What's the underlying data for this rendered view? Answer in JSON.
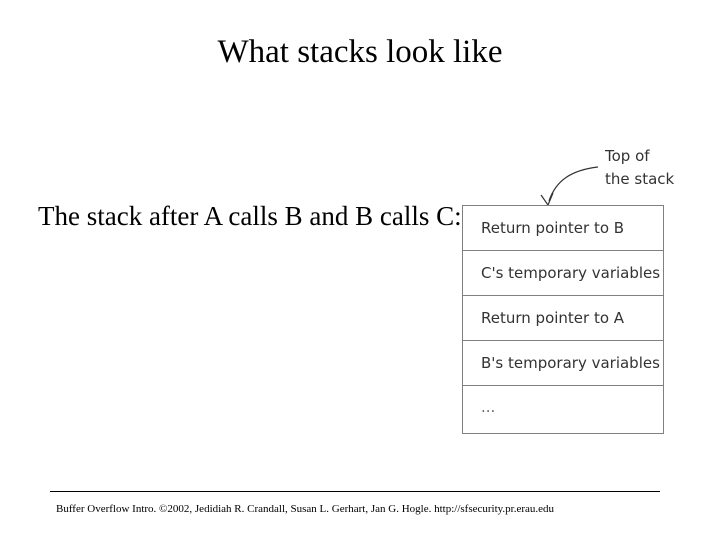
{
  "slide": {
    "title": "What stacks look like",
    "bullet_text": "The stack after A calls B and B calls C:"
  },
  "diagram": {
    "callout": [
      "Top of",
      "the stack"
    ],
    "stack_frames": [
      "Return pointer to B",
      "C's temporary variables",
      "Return pointer to A",
      "B's temporary variables",
      "..."
    ]
  },
  "footer": {
    "text": "Buffer Overflow Intro. ©2002, Jedidiah R. Crandall, Susan L. Gerhart, Jan G. Hogle.  http://sfsecurity.pr.erau.edu"
  }
}
